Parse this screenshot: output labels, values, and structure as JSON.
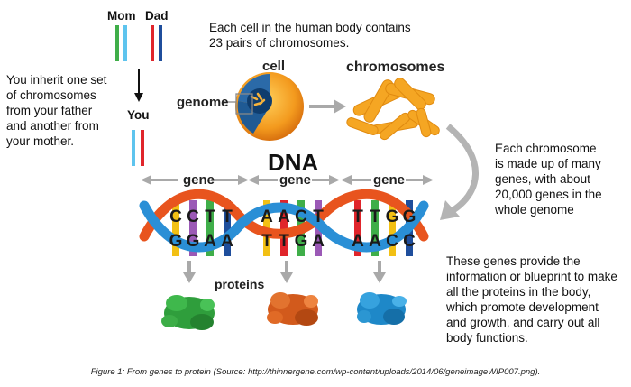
{
  "parents": {
    "mom": "Mom",
    "dad": "Dad",
    "you": "You"
  },
  "text": {
    "inherit": [
      "You inherit one set",
      "of chromosomes",
      "from your father",
      "and another from",
      "your mother."
    ],
    "cell_top": [
      "Each cell in the human body contains",
      "23 pairs of chromosomes."
    ],
    "chromosome_side": [
      "Each chromosome",
      "is made up of many",
      "genes, with about",
      "20,000 genes in the",
      "whole genome"
    ],
    "genes_provide": [
      "These genes provide the",
      "information or blueprint to make",
      "all the proteins in the body,",
      "which promote development",
      "and growth, and carry out all",
      "body functions."
    ]
  },
  "labels": {
    "cell": "cell",
    "genome": "genome",
    "chromosomes": "chromosomes",
    "dna": "DNA",
    "gene": "gene",
    "proteins": "proteins"
  },
  "sequences": {
    "top": [
      "C",
      "C",
      "T",
      "T",
      "A",
      "A",
      "C",
      "T",
      "T",
      "T",
      "G",
      "G"
    ],
    "bottom": [
      "G",
      "G",
      "A",
      "A",
      "T",
      "T",
      "G",
      "A",
      "A",
      "A",
      "C",
      "C"
    ]
  },
  "colors": {
    "mom_green": "#3fae49",
    "mom_blue": "#5ec4ee",
    "dad_red": "#e0252b",
    "dad_navy": "#1f4e9c",
    "dna_orange": "#e8541e",
    "dna_blue": "#2a8fd6",
    "cell_orange": "#f39a1e",
    "protein_green": "#2f9e3c",
    "protein_orange": "#d25a1c",
    "protein_blue": "#1e88c8",
    "arrow_grey": "#a9a9a9"
  },
  "caption": "Figure 1: From genes to protein (Source: http://thinnergene.com/wp-content/uploads/2014/06/geneimageWIP007.png)."
}
